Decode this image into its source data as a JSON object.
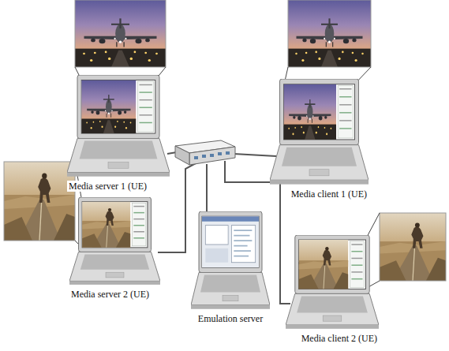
{
  "diagram": {
    "nodes": [
      {
        "text": [
          "Media server 1 (UE)"
        ]
      },
      {
        "text": [
          "Media client 1 (UE)"
        ]
      },
      {
        "text": [
          "Media server 2 (UE)"
        ]
      },
      {
        "text": [
          "Emulation server"
        ]
      },
      {
        "text": [
          "Media client 2 (UE)"
        ]
      }
    ]
  }
}
